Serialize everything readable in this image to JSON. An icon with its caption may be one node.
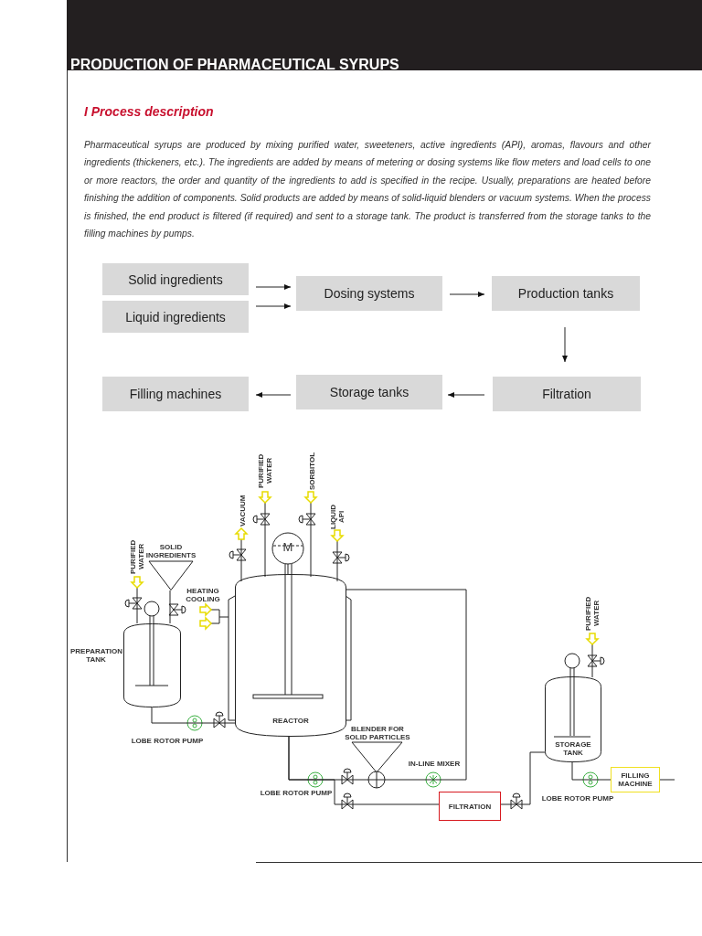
{
  "diagram": {
    "title": "PRODUCTION OF PHARMACEUTICAL SYRUPS",
    "nodes": [
      {
        "text": [
          "Solid ingredients"
        ]
      },
      {
        "text": [
          "Liquid ingredients"
        ]
      },
      {
        "text": [
          "Dosing systems"
        ]
      },
      {
        "text": [
          "Production tanks"
        ]
      },
      {
        "text": [
          "Filtration"
        ]
      },
      {
        "text": [
          "Storage tanks"
        ]
      },
      {
        "text": [
          "Filling machines"
        ]
      },
      {
        "text": [
          "SOLID INGREDIENTS"
        ]
      },
      {
        "text": [
          "PREPARATION TANK"
        ]
      },
      {
        "text": [
          "REACTOR"
        ]
      },
      {
        "text": [
          "STORAGE TANK"
        ]
      },
      {
        "text": [
          "FILTRATION"
        ]
      },
      {
        "text": [
          "FILLING MACHINE"
        ]
      }
    ],
    "edges": [
      {
        "from": 0,
        "to": 2,
        "arrow": "to"
      },
      {
        "from": 1,
        "to": 2,
        "arrow": "to"
      },
      {
        "from": 2,
        "to": 3,
        "arrow": "to"
      },
      {
        "from": 3,
        "to": 4,
        "arrow": "to"
      },
      {
        "from": 4,
        "to": 5,
        "arrow": "to"
      },
      {
        "from": 5,
        "to": 6,
        "arrow": "to"
      },
      {
        "from": 7,
        "to": 8,
        "arrow": "none"
      },
      {
        "from": 8,
        "to": 9,
        "arrow": "none"
      },
      {
        "from": 9,
        "to": 9,
        "arrow": "none"
      },
      {
        "from": 9,
        "to": 11,
        "arrow": "none"
      },
      {
        "from": 11,
        "to": 10,
        "arrow": "none"
      },
      {
        "from": 10,
        "to": 12,
        "arrow": "none"
      },
      {
        "from": 12,
        "to": null,
        "arrow": "none"
      }
    ],
    "labels": [
      "I Process description",
      "Pharmaceutical syrups are produced by mixing purified water, sweeteners, active ingredients (API), aromas, flavours and other ingredients (thickeners, etc.). The ingredients are added by means of metering or dosing systems like flow meters and load cells to one or more reactors, the order and quantity of the ingredients to add is specified in the recipe. Usually, preparations are heated before finishing the addition of components. Solid products are added by means of  solid-liquid blenders or vacuum systems. When the process is finished, the end product is filtered (if required) and sent to a storage tank. The product is transferred from the storage tanks to the filling machines by pumps.",
      "PURIFIED WATER",
      "HEATING COOLING",
      "VACUUM",
      "PURIFIED WATER",
      "SORBITOL",
      "LIQUID API",
      "M",
      "LOBE ROTOR PUMP",
      "BLENDER FOR SOLID PARTICLES",
      "IN-LINE MIXER",
      "LOBE ROTOR PUMP",
      "PURIFIED WATER",
      "LOBE ROTOR PUMP"
    ]
  }
}
